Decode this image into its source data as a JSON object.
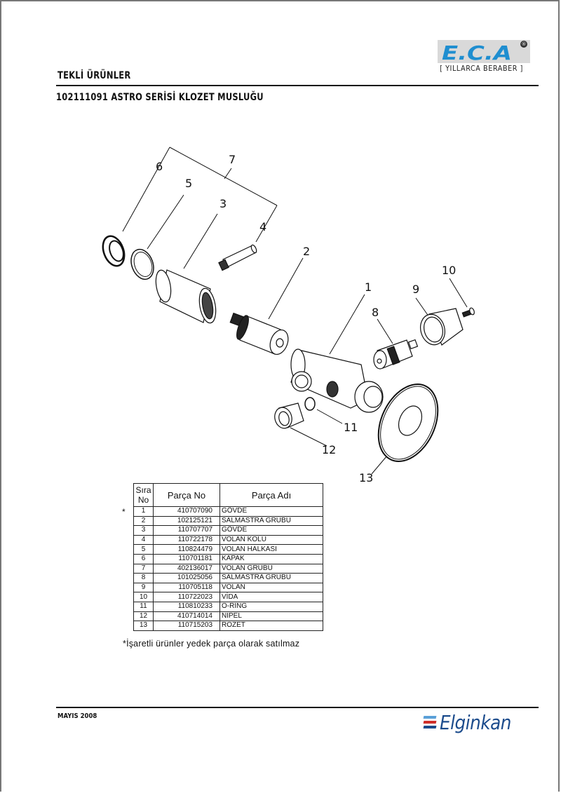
{
  "header": {
    "logo_text": "E.C.A",
    "logo_registered": "®",
    "slogan": "[ YILLARCA BERABER ]",
    "section": "TEKLİ ÜRÜNLER",
    "title": "102111091 ASTRO SERİSİ KLOZET MUSLUĞU"
  },
  "colors": {
    "logo_blue": "#1f8ed0",
    "logo_bg": "#d9d9d9",
    "brand_blue": "#1b4b8c",
    "brand_red": "#d0302a",
    "brand_lightblue": "#5aa0d8"
  },
  "diagram": {
    "callouts": [
      "1",
      "2",
      "3",
      "4",
      "5",
      "6",
      "7",
      "8",
      "9",
      "10",
      "11",
      "12",
      "13"
    ]
  },
  "table": {
    "headers": {
      "sira": "Sıra No",
      "sira_line1": "Sıra",
      "sira_line2": "No",
      "parca_no": "Parça No",
      "parca_adi": "Parça Adı"
    },
    "rows": [
      {
        "sira": "1",
        "parca_no": "410707090",
        "parca_adi": "GÖVDE",
        "marked": true
      },
      {
        "sira": "2",
        "parca_no": "102125121",
        "parca_adi": "SALMASTRA GRUBU"
      },
      {
        "sira": "3",
        "parca_no": "110707707",
        "parca_adi": "GÖVDE"
      },
      {
        "sira": "4",
        "parca_no": "110722178",
        "parca_adi": "VOLAN KOLU"
      },
      {
        "sira": "5",
        "parca_no": "110824479",
        "parca_adi": "VOLAN HALKASI"
      },
      {
        "sira": "6",
        "parca_no": "110701181",
        "parca_adi": "KAPAK"
      },
      {
        "sira": "7",
        "parca_no": "402136017",
        "parca_adi": "VOLAN GRUBU"
      },
      {
        "sira": "8",
        "parca_no": "101025056",
        "parca_adi": "SALMASTRA GRUBU"
      },
      {
        "sira": "9",
        "parca_no": "110705118",
        "parca_adi": "VOLAN"
      },
      {
        "sira": "10",
        "parca_no": "110722023",
        "parca_adi": "VİDA"
      },
      {
        "sira": "11",
        "parca_no": "110810233",
        "parca_adi": "O-RİNG"
      },
      {
        "sira": "12",
        "parca_no": "410714014",
        "parca_adi": "NİPEL"
      },
      {
        "sira": "13",
        "parca_no": "110715203",
        "parca_adi": "ROZET"
      }
    ],
    "marker": "*"
  },
  "note": "*İşaretli ürünler yedek parça olarak satılmaz",
  "footer": {
    "date": "MAYIS 2008",
    "brand": "Elginkan"
  }
}
